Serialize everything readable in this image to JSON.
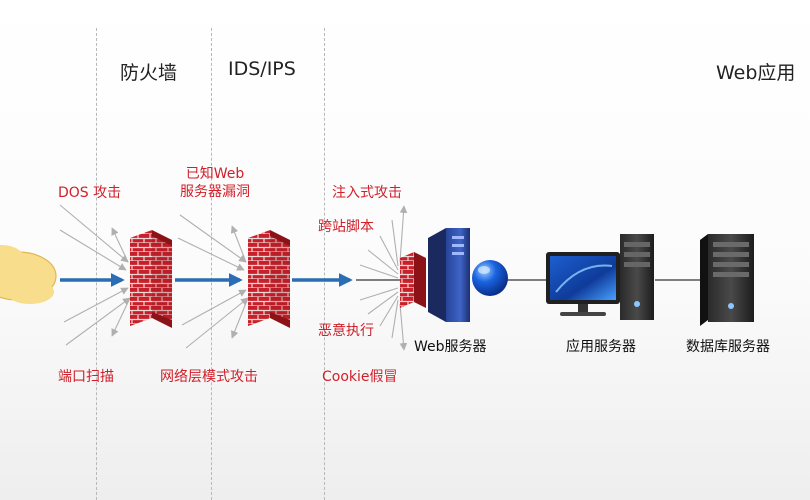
{
  "zones": {
    "firewall": "防火墙",
    "ids_ips": "IDS/IPS",
    "web_app": "Web应用"
  },
  "attacks": {
    "dos": "DOS 攻击",
    "port_scan": "端口扫描",
    "known_server_vuln_line1": "已知Web",
    "known_server_vuln_line2": "服务器漏洞",
    "network_pattern": "网络层模式攻击",
    "injection": "注入式攻击",
    "xss": "跨站脚本",
    "malicious_exec": "恶意执行",
    "cookie_spoof": "Cookie假冒"
  },
  "nodes": {
    "web_server": "Web服务器",
    "app_server": "应用服务器",
    "db_server": "数据库服务器"
  },
  "colors": {
    "attack_text": "#d0202a",
    "flow_arrow": "#2a6db5",
    "brick": "#c8202a",
    "cloud": "#f7dd8c"
  }
}
